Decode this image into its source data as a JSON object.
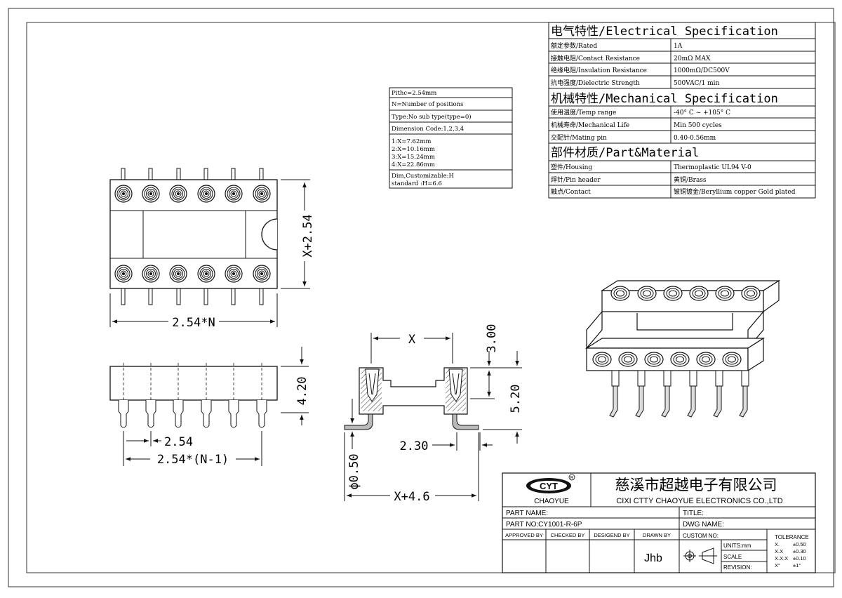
{
  "spec_table": {
    "electrical_header": "电气特性/Electrical Specification",
    "electrical": [
      {
        "label": "额定参数/Rated",
        "value": "1A"
      },
      {
        "label": "接触电阻/Contact Resistance",
        "value": "20mΩ MAX"
      },
      {
        "label": "绝缘电阻/Insulation Resistance",
        "value": "1000mΩ/DC500V"
      },
      {
        "label": "抗电强度/Dielectric Strength",
        "value": "500VAC/1 min"
      }
    ],
    "mechanical_header": "机械特性/Mechanical Specification",
    "mechanical": [
      {
        "label": "使用温度/Temp range",
        "value": "-40° C ~ +105° C"
      },
      {
        "label": "机械寿命/Mechanical Life",
        "value": "Min 500 cycles"
      },
      {
        "label": "交配针/Mating pin",
        "value": "0.40-0.56mm"
      }
    ],
    "material_header": "部件材质/Part&Material",
    "material": [
      {
        "label": "塑件/Housing",
        "value": "Thermoplastic UL94  V-0"
      },
      {
        "label": "焊针/Pin header",
        "value": "黄铜/Brass"
      },
      {
        "label": "触点/Contact",
        "value": "铍铜镀金/Beryllium copper Gold plated"
      }
    ]
  },
  "notes": {
    "pitch": "Pithc=2.54mm",
    "n_def": "N=Number of positions",
    "type": "Type:No sub type(type=0)",
    "dim_code": "Dimension Code:1,2,3,4",
    "x_values": [
      "1:X=7.62mm",
      "2:X=10.16mm",
      "3:X=15.24mm",
      "4:X=22.86mm"
    ],
    "custom_1": "Dim,Customizable:H",
    "custom_2": "standard :H=6.6"
  },
  "dims": {
    "top_height": "X+2.54",
    "top_width": "2.54*N",
    "side_height": "4.20",
    "pitch": "2.54",
    "pitch_span": "2.54*(N-1)",
    "section_x": "X",
    "section_top": "3.00",
    "section_h": "5.20",
    "section_lead": "2.30",
    "section_pin": "ϕ0.50",
    "section_total": "X+4.6"
  },
  "title_block": {
    "logo_text": "CHAOYUE",
    "company_cn": "慈溪市超越电子有限公司",
    "company_en": "CIXI CTTY CHAOYUE ELECTRONICS CO.,LTD",
    "part_name_label": "PART NAME:",
    "title_label": "TITLE:",
    "part_no": "PART NO:CY1001-R-6P",
    "dwg_name_label": "DWG NAME:",
    "approved_by": "APPROVED BY",
    "checked_by": "CHECKED BY",
    "designed_by": "DESIGEND BY",
    "drawn_by": "DRAWN BY",
    "drawn_by_value": "Jhb",
    "custom_no": "CUSTOM NO:",
    "units": "UNITS:mm",
    "scale": "SCALE",
    "revision": "REVISION:",
    "tolerance_title": "TOLERANCE",
    "tolerance": [
      {
        "k": "X.",
        "v": "±0.50"
      },
      {
        "k": "X.X",
        "v": "±0.30"
      },
      {
        "k": "X.X.X",
        "v": "±0.10"
      },
      {
        "k": "X°",
        "v": "±1°"
      }
    ]
  }
}
